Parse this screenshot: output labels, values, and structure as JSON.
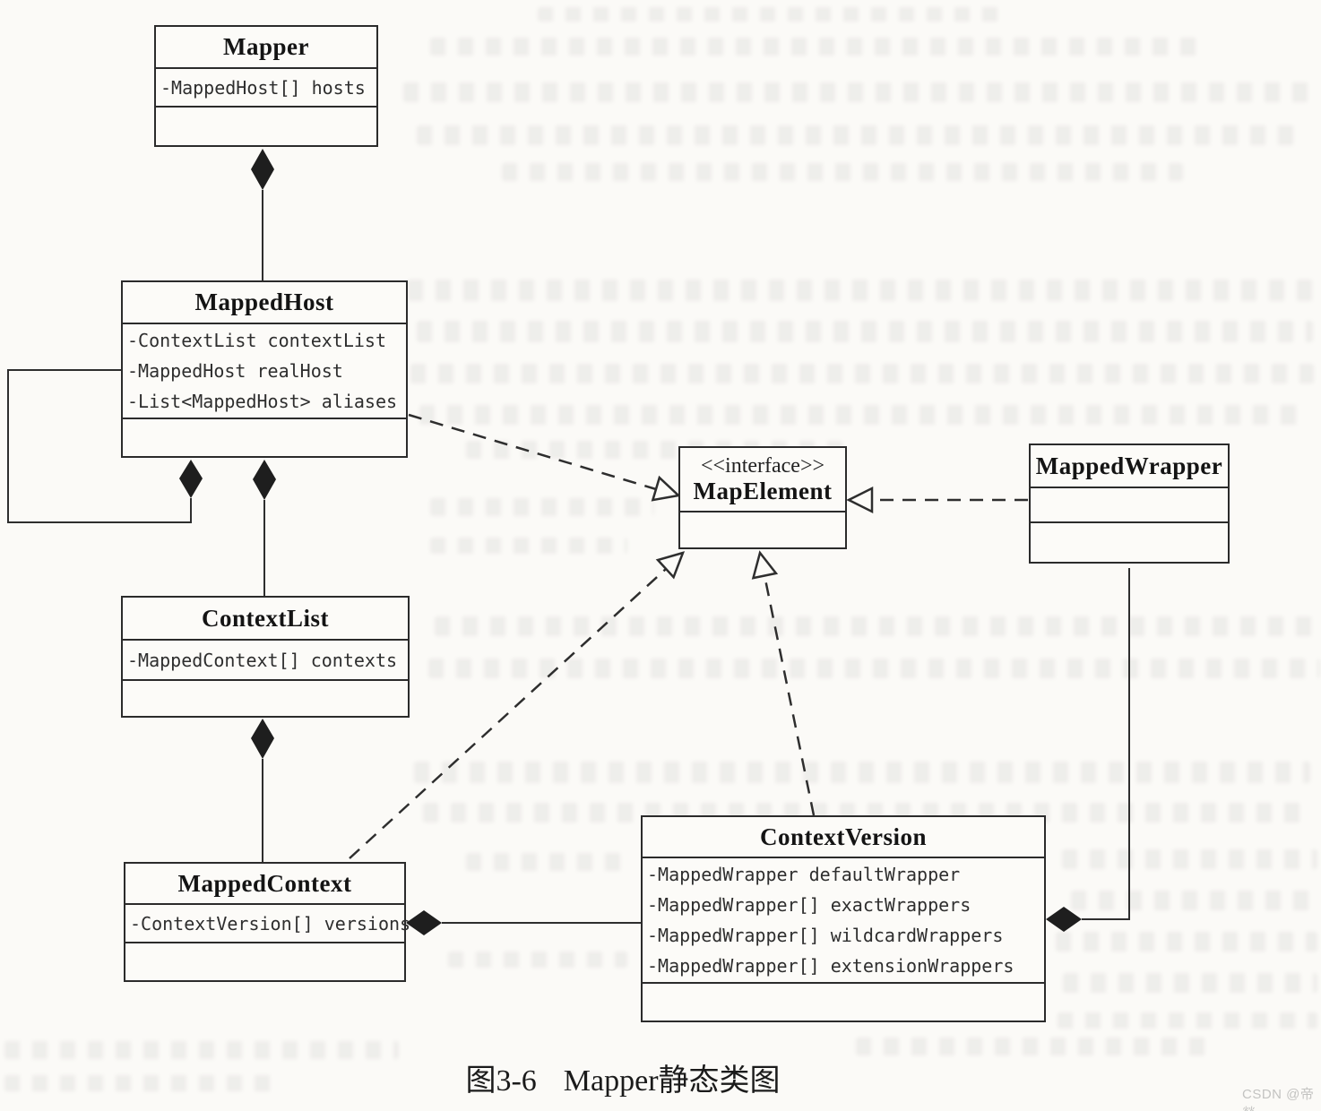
{
  "figure": {
    "caption_label": "图3-6",
    "caption_title": "Mapper静态类图",
    "watermark": "CSDN @帝燚"
  },
  "classes": {
    "mapper": {
      "name": "Mapper",
      "fields": [
        "-MappedHost[] hosts"
      ]
    },
    "mapped_host": {
      "name": "MappedHost",
      "fields": [
        "-ContextList contextList",
        "-MappedHost realHost",
        "-List<MappedHost> aliases"
      ]
    },
    "context_list": {
      "name": "ContextList",
      "fields": [
        "-MappedContext[] contexts"
      ]
    },
    "mapped_context": {
      "name": "MappedContext",
      "fields": [
        "-ContextVersion[] versions"
      ]
    },
    "map_element": {
      "stereotype": "<<interface>>",
      "name": "MapElement",
      "fields": []
    },
    "mapped_wrapper": {
      "name": "MappedWrapper",
      "fields": []
    },
    "context_version": {
      "name": "ContextVersion",
      "fields": [
        "-MappedWrapper defaultWrapper",
        "-MappedWrapper[] exactWrappers",
        "-MappedWrapper[] wildcardWrappers",
        "-MappedWrapper[] extensionWrappers"
      ]
    }
  },
  "relationships": [
    {
      "from": "Mapper",
      "to": "MappedHost",
      "type": "composition"
    },
    {
      "from": "MappedHost",
      "to": "MappedHost",
      "type": "composition-self"
    },
    {
      "from": "MappedHost",
      "to": "ContextList",
      "type": "composition"
    },
    {
      "from": "ContextList",
      "to": "MappedContext",
      "type": "composition"
    },
    {
      "from": "MappedContext",
      "to": "ContextVersion",
      "type": "composition"
    },
    {
      "from": "ContextVersion",
      "to": "MappedWrapper",
      "type": "composition"
    },
    {
      "from": "MappedHost",
      "to": "MapElement",
      "type": "realization"
    },
    {
      "from": "MappedContext",
      "to": "MapElement",
      "type": "realization"
    },
    {
      "from": "ContextVersion",
      "to": "MapElement",
      "type": "realization"
    },
    {
      "from": "MappedWrapper",
      "to": "MapElement",
      "type": "realization"
    }
  ]
}
